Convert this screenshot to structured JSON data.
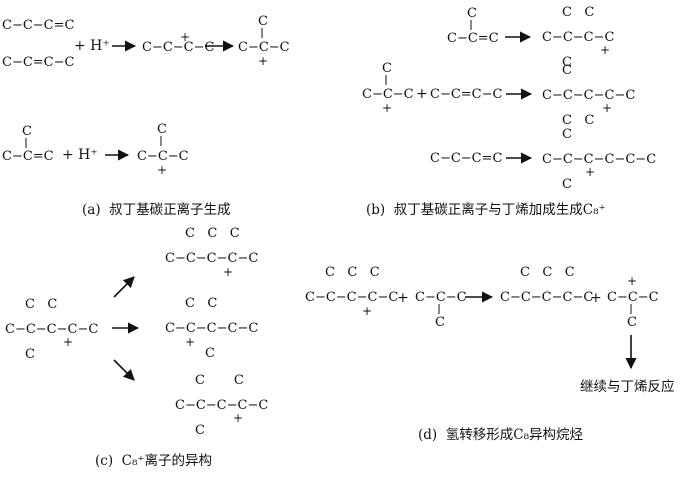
{
  "panels": {
    "a": {
      "caption": "(a)  叔丁基碳正离子生成",
      "reactant_1": "C−C−C=C",
      "reactant_2": "C−C=C−C",
      "plus": "+ H⁺",
      "intermediate": "C−C−C−C",
      "intermediate_charge": "+",
      "product_branch": "C",
      "product_chain": "C−C−C",
      "product_charge": "+",
      "isobutene_branch": "C",
      "isobutene_chain": "C−C=C",
      "plus_2": "+ H⁺",
      "product2_branch": "C",
      "product2_chain": "C−C−C",
      "product2_charge": "+"
    },
    "b": {
      "caption": "(b)  叔丁基碳正离子与丁烯加成生成C₈⁺",
      "row1_branch": "C",
      "row1_reactant": "C−C=C",
      "row1_product_top": "C   C",
      "row1_product_chain": "C−C−C−C",
      "row1_product_bottom": "C",
      "row1_product_charge": "+",
      "row2_branch": "C",
      "row2_cation": "C−C−C",
      "row2_cation_charge": "+",
      "row2_plus": "+",
      "row2_reactant": "C−C=C−C",
      "row2_product_top": "C",
      "row2_product_chain": "C−C−C−C−C",
      "row2_product_bottom": "C   C",
      "row2_product_charge": "+",
      "row3_reactant": "C−C−C=C",
      "row3_product_top": "C",
      "row3_product_chain": "C−C−C−C−C−C",
      "row3_product_bottom": "C",
      "row3_product_charge": "+"
    },
    "c": {
      "caption": "(c)  C₈⁺离子的异构",
      "start_top": "C   C",
      "start_chain": "C−C−C−C−C",
      "start_bottom": "C",
      "start_charge": "+",
      "iso1_top": "C   C   C",
      "iso1_chain": "C−C−C−C−C",
      "iso1_charge": "+",
      "iso2_top": "C   C",
      "iso2_chain": "C−C−C−C−C",
      "iso2_bottom": "C",
      "iso2_charge": "+",
      "iso3_top": "C       C",
      "iso3_chain": "C−C−C−C−C",
      "iso3_bottom": "C",
      "iso3_charge": "+"
    },
    "d": {
      "caption": "(d)  氢转移形成C₈异构烷烃",
      "cation_top": "C   C   C",
      "cation_chain": "C−C−C−C−C",
      "cation_charge": "+",
      "plus_1": "+",
      "isobutane_chain": "C−C−C",
      "isobutane_bottom": "C",
      "alkane_top": "C   C   C",
      "alkane_chain": "C−C−C−C−C",
      "plus_2": "+",
      "tbutyl_charge": "+",
      "tbutyl_chain": "C−C−C",
      "tbutyl_bottom": "C",
      "note": "继续与丁烯反应"
    }
  }
}
